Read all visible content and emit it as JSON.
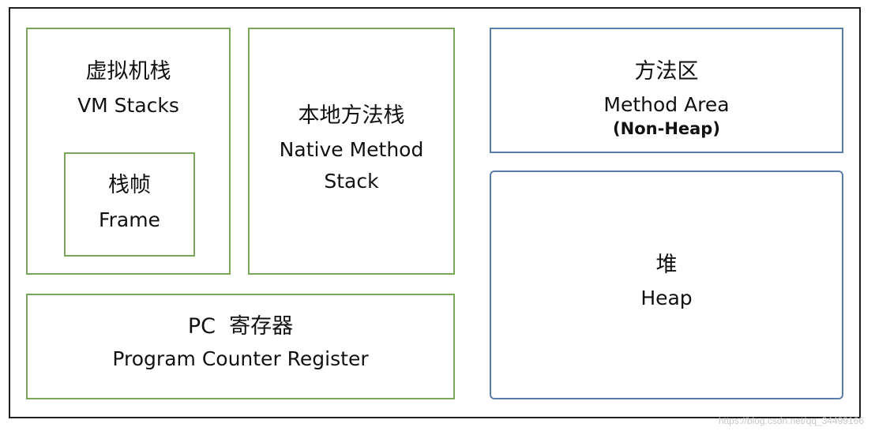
{
  "vm_stacks": {
    "cn": "虚拟机栈",
    "en": "VM Stacks"
  },
  "frame": {
    "cn": "栈帧",
    "en": "Frame"
  },
  "native_stack": {
    "cn": "本地方法栈",
    "en_line1": "Native Method",
    "en_line2": "Stack"
  },
  "method_area": {
    "cn": "方法区",
    "en": "Method Area",
    "note": "(Non-Heap)"
  },
  "heap": {
    "cn": "堆",
    "en": "Heap"
  },
  "pc_register": {
    "cn": "PC  寄存器",
    "en": "Program Counter Register"
  },
  "watermark": "https://blog.csdn.net/qq_34499166",
  "colors": {
    "green_border": "#7aa85a",
    "blue_border": "#5b7ea6",
    "outer_border": "#1f1f1f"
  }
}
